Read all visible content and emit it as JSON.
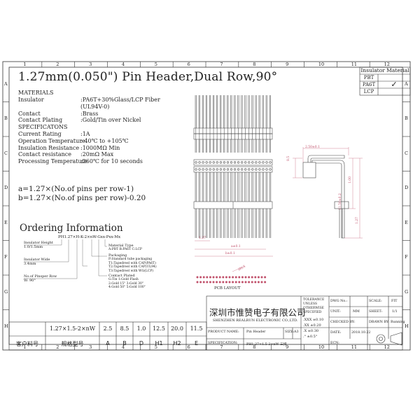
{
  "title": "1.27mm(0.050\") Pin Header,Dual Row,90°",
  "border": {
    "columns": [
      "1",
      "2",
      "3",
      "4",
      "5",
      "6",
      "7",
      "8",
      "9",
      "10",
      "11",
      "12"
    ],
    "rows": [
      "A",
      "B",
      "C",
      "D",
      "E",
      "F",
      "G",
      "H"
    ]
  },
  "insulator_table": {
    "header": "Insulator Material",
    "rows": [
      {
        "name": "PBT",
        "check": ""
      },
      {
        "name": "PA6T",
        "check": "✓"
      },
      {
        "name": "LCP",
        "check": ""
      }
    ]
  },
  "materials": {
    "heading": "MATERIALS",
    "rows": [
      {
        "label": "Insulator",
        "value": ":PA6T+30%Glass/LCP Fiber"
      },
      {
        "label": "",
        "value": " (UL94V-0)"
      },
      {
        "label": "Contact",
        "value": ":Brass"
      },
      {
        "label": "Contact Plating",
        "value": ":Gold/Tin over Nickel"
      }
    ]
  },
  "specs": {
    "heading": "SPECIFICATONS",
    "rows": [
      {
        "label": "Current Rating",
        "value": ":1A"
      },
      {
        "label": "Operation Temperature",
        "value": ":-40℃ to +105℃"
      },
      {
        "label": "Insulation Resistance",
        "value": ":1000MΩ Min"
      },
      {
        "label": "Contact resistance",
        "value": ":20mΩ Max"
      },
      {
        "label": "Processing Temperature",
        "value": ":260℃ for 10 seconds"
      }
    ]
  },
  "formula_a": "a=1.27×(No.of pins per row-1)",
  "formula_b": "b=1.27×(No.of pins per row)-0.20",
  "ordering": {
    "heading": "Ordering Information",
    "part_code": "PH1.27×H-K-2×nW-Gxx-Pxx-Mx",
    "notes_left": [
      {
        "title": "Insulator Height",
        "lines": [
          "1.0/1.5mm"
        ]
      },
      {
        "title": "Insulator Wide",
        "lines": [
          "3.4mm"
        ]
      },
      {
        "title": "No.of Pinsper Row",
        "lines": [
          "W: 90°"
        ]
      }
    ],
    "material_type": {
      "title": "Material Type",
      "lines": [
        "A:PBT B:PA6T C:LCP"
      ]
    },
    "packaging": {
      "title": "Packaging",
      "lines": [
        "P:Standard tube packaging",
        "T1:Tapedreel with CAP(PA6T)",
        "T2:Tapedreel with CAP(UL94)",
        "T3:Tapedreel with WG(LCP)"
      ]
    },
    "contact_plated": {
      "title": "Contact Plated",
      "lines": [
        "G:Tin      1:Gold Flash",
        "2:Gold 15\"  3:Gold 30\"",
        "4:Gold 50\"  5:Gold 100\""
      ]
    }
  },
  "drawing": {
    "pcb_layout": "PCB LAYOUT",
    "dims": [
      "a±0.1",
      "b±0.1",
      "1.27",
      "2.50±0.1",
      "8.5",
      "1.00",
      "11.50±0.2",
      "Ø0.5",
      "1.27"
    ]
  },
  "part_table": {
    "headers": [
      "客户料号",
      "规格型号",
      "A",
      "B",
      "D",
      "H1",
      "H2",
      "E"
    ],
    "values": [
      "",
      "1.27×1.5-2×nW",
      "2.5",
      "8.5",
      "1.0",
      "12.5",
      "20.0",
      "11.5"
    ]
  },
  "title_block": {
    "company_cn": "深圳市惟赞电子有限公司",
    "company_en": "SHENZHEN REALRUN ELECTRONIC CO.,LTD.",
    "tolerance": [
      "TOLERANCE",
      "UNLESS",
      "OTHERWISE",
      "SPECIFIED"
    ],
    "tolerance_values": [
      ".XXX ±0.10",
      ".XX  ±0.20",
      ".X   ±0.30",
      ".°   ±0.5°"
    ],
    "product_label": "PRODUCT NAME:",
    "product_value": "Pin Header",
    "spec_label": "SPECIFICATION:",
    "spec_value": "PH1.27×1.5-2×nW 三排",
    "size_label": "SIZE:",
    "size_value": "A3",
    "dwg_label": "DWG No.:",
    "dwg_value": "",
    "unit_label": "UNIT:",
    "unit_value": "MM",
    "checked_label": "CHECKED BY:",
    "checked_value": "",
    "date_label": "DATE:",
    "date_value": "2018.10.22",
    "ecn_label": "ECN:",
    "ecn_value": "",
    "scale_label": "SCALE:",
    "scale_value": "FIT",
    "sheet_label": "SHEET:",
    "sheet_value": "1/1",
    "drawn_label": "DRAWN BY:",
    "drawn_value": "Running"
  },
  "colors": {
    "line": "#3a3a3a",
    "dimension": "#c0506a"
  }
}
